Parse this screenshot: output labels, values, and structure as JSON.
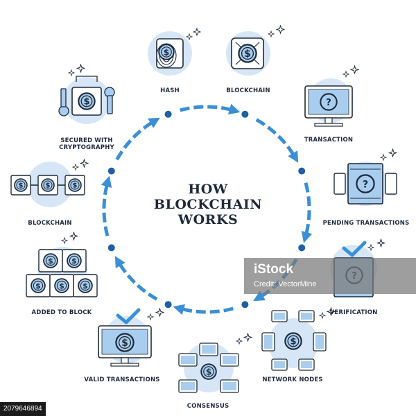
{
  "title": {
    "line1": "HOW",
    "line2": "BLOCKCHAIN",
    "line3": "WORKS"
  },
  "labels": {
    "hash": "HASH",
    "blockchain_top": "BLOCKCHAIN",
    "transaction": "TRANSACTION",
    "pending_1": "PENDING TRANSACTIONS",
    "verification": "VERIFICATION",
    "network_nodes": "NETWORK NODES",
    "consensus": "CONSENSUS",
    "valid_transactions": "VALID TRANSACTIONS",
    "added_to_block": "ADDED TO BLOCK",
    "blockchain_left": "BLOCKCHAIN",
    "secured_1": "SECURED WITH",
    "secured_2": "CRYPTOGRAPHY"
  },
  "watermark": {
    "brand": "iStock",
    "credit": "Credit: VectorMine"
  },
  "stock_id": "2079646894",
  "colors": {
    "cycle_blue": "#3b8fd6",
    "cycle_dot": "#1f5fa8",
    "icon_outline": "#1e2a3a",
    "icon_fill": "#a9cdee",
    "icon_bg_circle": "#d6e6f6"
  },
  "icons": [
    "fingerprint-icon",
    "blockchain-coin-icon",
    "monitor-question-icon",
    "pending-chain-icon",
    "verification-check-icon",
    "network-nodes-icon",
    "consensus-nodes-icon",
    "valid-monitor-icon",
    "block-stack-icon",
    "block-chain-row-icon",
    "key-lock-icon"
  ]
}
